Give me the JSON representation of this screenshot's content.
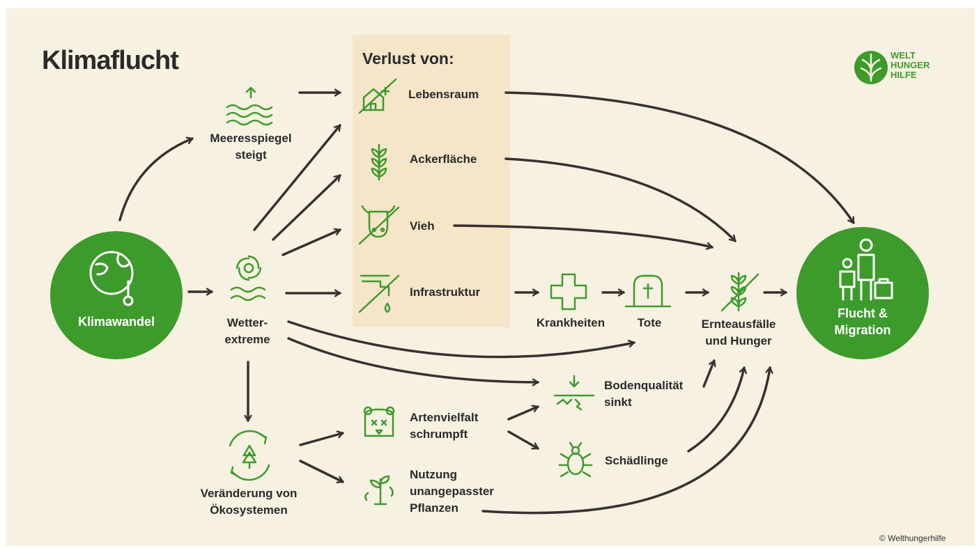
{
  "title": "Klimaflucht",
  "loss_header": "Verlust von:",
  "logo": {
    "line1": "WELT",
    "line2": "HUNGER",
    "line3": "HILFE"
  },
  "copyright": "© Welthungerhilfe",
  "colors": {
    "green": "#3d9b2c",
    "background": "#f7f1e1",
    "loss_box": "#f5e5c9",
    "arrow": "#3a3030"
  },
  "nodes": {
    "klimawandel": "Klimawandel",
    "meeresspiegel": {
      "line1": "Meeresspiegel",
      "line2": "steigt"
    },
    "wetter": {
      "line1": "Wetter-",
      "line2": "extreme"
    },
    "oekosysteme": {
      "line1": "Veränderung von",
      "line2": "Ökosystemen"
    },
    "lebensraum": "Lebensraum",
    "ackerflaeche": "Ackerfläche",
    "vieh": "Vieh",
    "infrastruktur": "Infrastruktur",
    "krankheiten": "Krankheiten",
    "tote": "Tote",
    "ernte": {
      "line1": "Ernteausfälle",
      "line2": "und Hunger"
    },
    "flucht": {
      "line1": "Flucht &",
      "line2": "Migration"
    },
    "boden": {
      "line1": "Bodenqualität",
      "line2": "sinkt"
    },
    "arten": {
      "line1": "Artenvielfalt",
      "line2": "schrumpft"
    },
    "schaedlinge": "Schädlinge",
    "nutzung": {
      "line1": "Nutzung",
      "line2": "unangepasster",
      "line3": "Pflanzen"
    }
  },
  "icons": {
    "klimawandel": "globe-thermometer-icon",
    "meeresspiegel": "sea-level-rise-icon",
    "wetter": "storm-waves-icon",
    "oekosysteme": "ecosystem-cycle-icon",
    "lebensraum": "house-crossed-icon",
    "ackerflaeche": "wheat-icon",
    "vieh": "cow-crossed-icon",
    "infrastruktur": "infrastructure-crossed-icon",
    "krankheiten": "medical-cross-icon",
    "tote": "gravestone-icon",
    "ernte": "wheat-crossed-icon",
    "flucht": "family-luggage-icon",
    "boden": "soil-quality-icon",
    "arten": "bear-icon",
    "schaedlinge": "bug-icon",
    "nutzung": "plant-icon",
    "logo": "welthungerhilfe-logo-icon"
  }
}
